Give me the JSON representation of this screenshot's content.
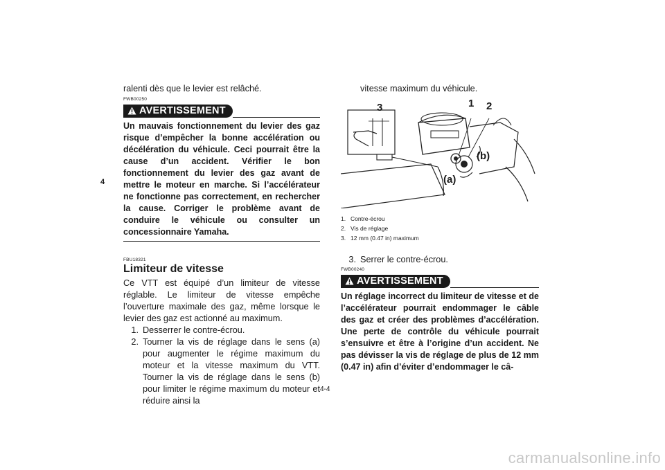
{
  "chapter_tab": "4",
  "left": {
    "intro": "ralenti dès que le levier est relâché.",
    "warning1_code": "FWB00250",
    "warning1_label": "AVERTISSEMENT",
    "warning1_text": "Un mauvais fonctionnement du levier des gaz risque d’empêcher la bonne accélération ou décélération du véhicule. Ceci pourrait être la cause d’un accident. Vérifier le bon fonctionnement du levier des gaz avant de mettre le moteur en marche. Si l’accélérateur ne fonctionne pas correctement, en rechercher la cause. Corriger le problème avant de conduire le véhicule ou consulter un concessionnaire Yamaha.",
    "section_code": "FBU18321",
    "section_title": "Limiteur de vitesse",
    "section_text": "Ce VTT est équipé d’un limiteur de vitesse réglable. Le limiteur de vitesse empêche l’ouverture maximale des gaz, même lorsque le levier des gaz est actionné au maximum.",
    "steps": [
      {
        "num": "1.",
        "text": "Desserrer le contre-écrou."
      },
      {
        "num": "2.",
        "text": "Tourner la vis de réglage dans le sens (a) pour augmenter le régime maximum du moteur et la vitesse maximum du VTT. Tourner la vis de réglage dans le sens (b) pour limiter le régime maximum du moteur et réduire ainsi la"
      }
    ]
  },
  "right": {
    "continuation": "vitesse maximum du véhicule.",
    "figure_labels": {
      "l1": "1",
      "l2": "2",
      "l3": "3",
      "la": "(a)",
      "lb": "(b)"
    },
    "legend": [
      {
        "num": "1.",
        "text": "Contre-écrou"
      },
      {
        "num": "2.",
        "text": "Vis de réglage"
      },
      {
        "num": "3.",
        "text": "12 mm (0.47 in) maximum"
      }
    ],
    "step3": {
      "num": "3.",
      "text": "Serrer le contre-écrou."
    },
    "warning2_code": "FWB00240",
    "warning2_label": "AVERTISSEMENT",
    "warning2_text": "Un réglage incorrect du limiteur de vitesse et de l’accélérateur pourrait endommager le câble des gaz et créer des problèmes d’accélération. Une perte de contrôle du véhicule pourrait s’ensuivre et être à l’origine d’un accident. Ne pas dévisser la vis de réglage de plus de 12 mm (0.47 in) afin d’éviter d’endommager le câ-"
  },
  "page_number": "4-4",
  "watermark": "carmanualsonline.info"
}
